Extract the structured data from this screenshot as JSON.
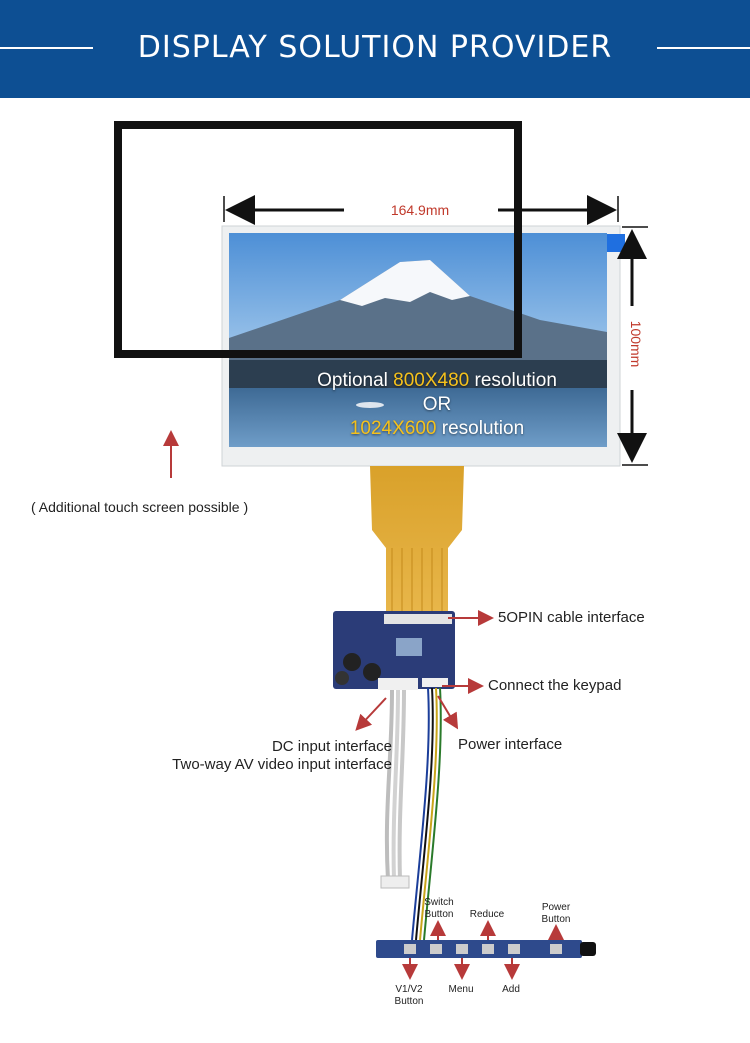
{
  "banner": {
    "title": "DISPLAY SOLUTION PROVIDER"
  },
  "dimensions": {
    "width": "164.9mm",
    "height": "100mm"
  },
  "resolution": {
    "prefix": "Optional",
    "res1": "800X480",
    "suffix1": "resolution",
    "or": "OR",
    "res2": "1024X600",
    "suffix2": "resolution"
  },
  "touch_note": "( Additional touch screen possible )",
  "callouts": {
    "cable": "5OPIN cable interface",
    "keypad": "Connect the keypad",
    "power": "Power interface",
    "dc": "DC input interface",
    "av": "Two-way AV video input interface"
  },
  "keypad_buttons": {
    "switch": [
      "Switch",
      "Button"
    ],
    "reduce": "Reduce",
    "power": [
      "Power",
      "Button"
    ],
    "v1v2": [
      "V1/V2",
      "Button"
    ],
    "menu": "Menu",
    "add": "Add"
  },
  "colors": {
    "banner": "#0d4f93",
    "arrow": "#b73a3a",
    "highlight": "#f5c11c",
    "dimension_text": "#c0392b"
  }
}
